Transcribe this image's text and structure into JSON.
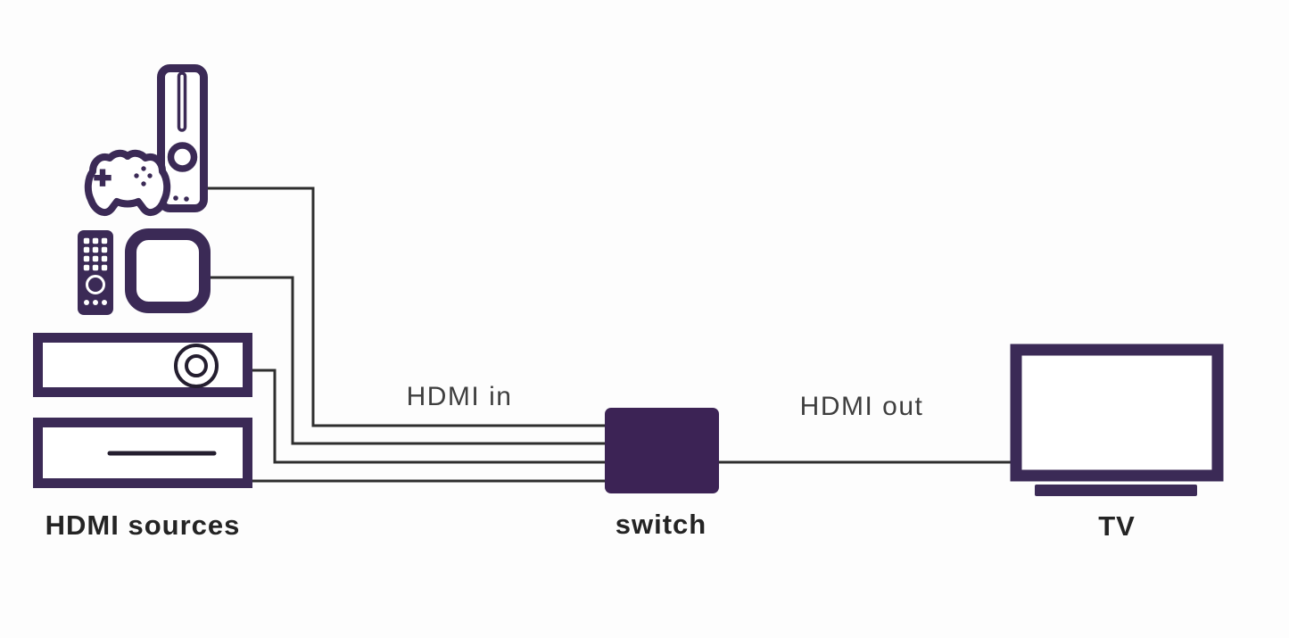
{
  "diagram": {
    "labels": {
      "sources": "HDMI sources",
      "switch": "switch",
      "tv": "TV",
      "hdmi_in": "HDMI in",
      "hdmi_out": "HDMI out"
    },
    "colors": {
      "icon_purple": "#3b2a56",
      "switch_fill": "#3c2355",
      "connector_line": "#2e2e2e",
      "detail_dark": "#241e2f",
      "label_dark": "#242424",
      "label_gray": "#3e3e3e",
      "background": "#fdfdfd"
    },
    "nodes": [
      {
        "id": "game-console",
        "type": "source",
        "icon": "game-console-icon"
      },
      {
        "id": "streaming-box",
        "type": "source",
        "icon": "streaming-box-remote-icon"
      },
      {
        "id": "disc-player",
        "type": "source",
        "icon": "disc-player-icon"
      },
      {
        "id": "media-box",
        "type": "source",
        "icon": "media-box-icon"
      },
      {
        "id": "switch",
        "type": "switch",
        "label": "switch"
      },
      {
        "id": "tv",
        "type": "display",
        "label": "TV"
      }
    ],
    "edges": [
      {
        "from": "game-console",
        "to": "switch",
        "group_label": "HDMI in"
      },
      {
        "from": "streaming-box",
        "to": "switch",
        "group_label": "HDMI in"
      },
      {
        "from": "disc-player",
        "to": "switch",
        "group_label": "HDMI in"
      },
      {
        "from": "media-box",
        "to": "switch",
        "group_label": "HDMI in"
      },
      {
        "from": "switch",
        "to": "tv",
        "group_label": "HDMI out"
      }
    ]
  }
}
